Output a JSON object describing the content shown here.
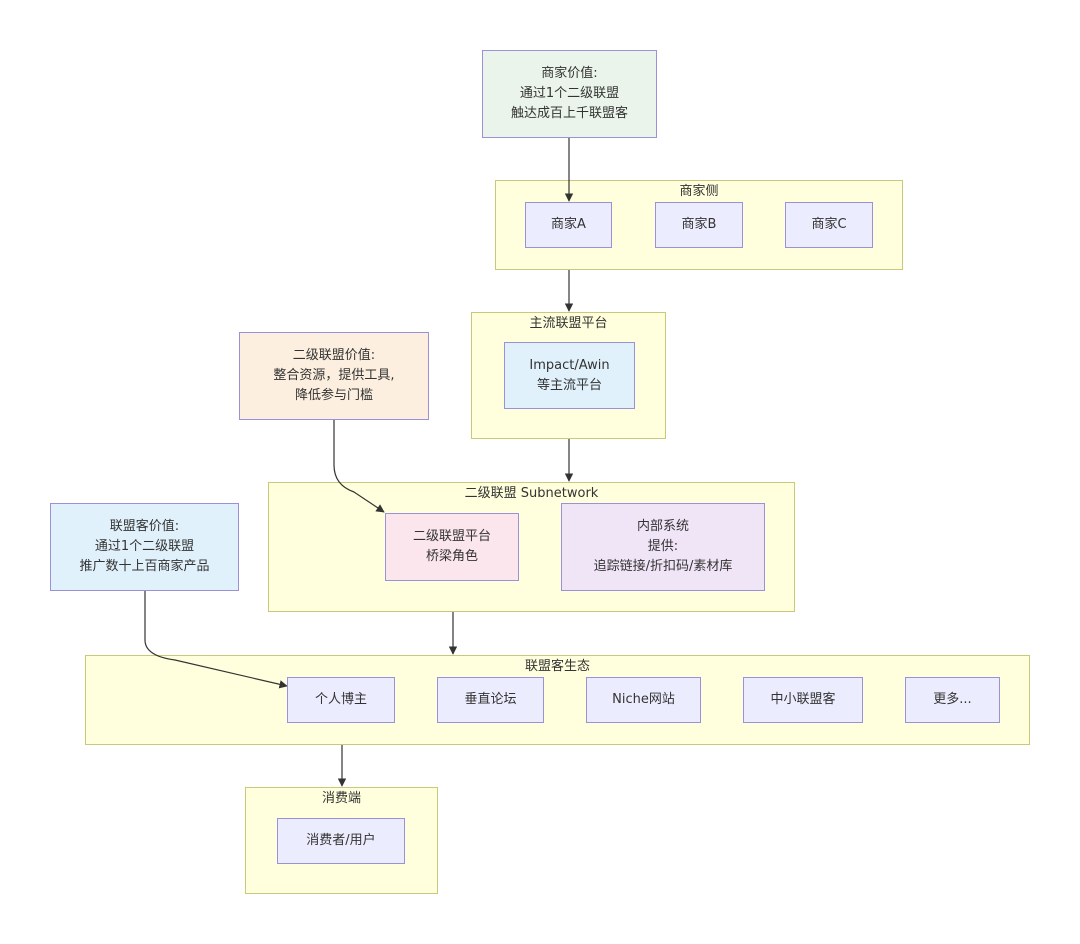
{
  "notes": {
    "merchant_value": [
      "商家价值:",
      "通过1个二级联盟",
      "触达成百上千联盟客"
    ],
    "network_value": [
      "二级联盟价值:",
      "整合资源，提供工具,",
      "降低参与门槛"
    ],
    "affiliate_value": [
      "联盟客价值:",
      "通过1个二级联盟",
      "推广数十上百商家产品"
    ]
  },
  "clusters": {
    "merchants": {
      "title": "商家侧",
      "nodes": [
        "商家A",
        "商家B",
        "商家C"
      ]
    },
    "mainstream": {
      "title": "主流联盟平台",
      "node": [
        "Impact/Awin",
        "等主流平台"
      ]
    },
    "subnetwork": {
      "title": "二级联盟 Subnetwork",
      "platform": [
        "二级联盟平台",
        "桥梁角色"
      ],
      "internal": [
        "内部系统",
        "提供:",
        "追踪链接/折扣码/素材库"
      ]
    },
    "ecosystem": {
      "title": "联盟客生态",
      "nodes": [
        "个人博主",
        "垂直论坛",
        "Niche网站",
        "中小联盟客",
        "更多..."
      ]
    },
    "consumers": {
      "title": "消费端",
      "node": "消费者/用户"
    }
  },
  "colors": {
    "cluster_fill": "#ffffde",
    "cluster_border": "#c9c97a",
    "node_fill": "#ececff",
    "node_border": "#9a91d8",
    "merchant_note_fill": "#eaf4ea",
    "network_note_fill": "#fcefdf",
    "affiliate_note_fill": "#e1f1fb",
    "platform_fill": "#fce6ee",
    "internal_fill": "#f0e4f7",
    "edge": "#333333"
  }
}
